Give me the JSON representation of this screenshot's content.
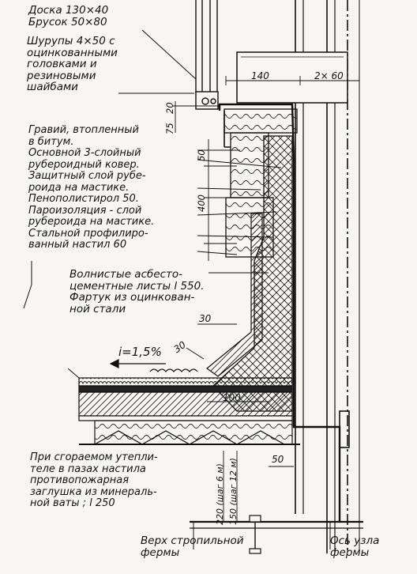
{
  "labels": {
    "top_board": "Доска 130×40\nБрусок 50×80",
    "screws": "Шурупы 4×50 с\nоцинкованными\nголовками и\nрезиновыми\nшайбами",
    "layers": "Гравий, втопленный\nв битум.\nОсновной 3-слойный\nрубероидный ковер.\nЗащитный слой рубе-\nроида на мастике.\nПенополистирол 50.\nПароизоляция - слой\nрубероида на мастике.\nСтальной профилиро-\nванный настил 60",
    "asbestos": "Волнистые асбесто-\nцементные листы l 550.\nФартук из оцинкован-\nной стали",
    "fire_plug": "При сгораемом утепли-\nтеле в пазах настила\nпротивопожарная\nзаглушка из минераль-\nной ваты ; l 250",
    "rafter_top": "Верх стропильной\nфермы",
    "truss_axis": "Ось узла\nфермы"
  },
  "slope": "i=1,5%",
  "dimensions": {
    "d140": "140",
    "d2x60": "2× 60",
    "d20": "20",
    "d75": "75",
    "d50_upper": "50",
    "d400": "400",
    "d30a": "30",
    "d30b": "30",
    "d100": "100",
    "d50_lower": "50",
    "d220": "220 (шаг 6 м)",
    "d150": "150 (шаг 12 м)"
  }
}
